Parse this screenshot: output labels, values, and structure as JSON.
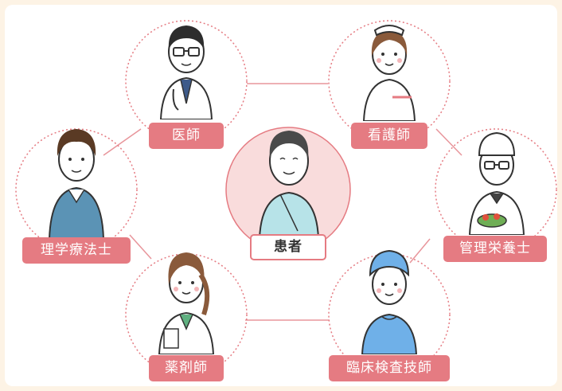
{
  "roles": {
    "doctor": "医師",
    "nurse": "看護師",
    "physiotherapist": "理学療法士",
    "patient": "患者",
    "dietitian": "管理栄養士",
    "pharmacist": "薬剤師",
    "lab_technician": "臨床検査技師"
  },
  "colors": {
    "accent": "#e57b82",
    "background": "#fdf3e5",
    "patient_fill": "#f9dcdc"
  }
}
